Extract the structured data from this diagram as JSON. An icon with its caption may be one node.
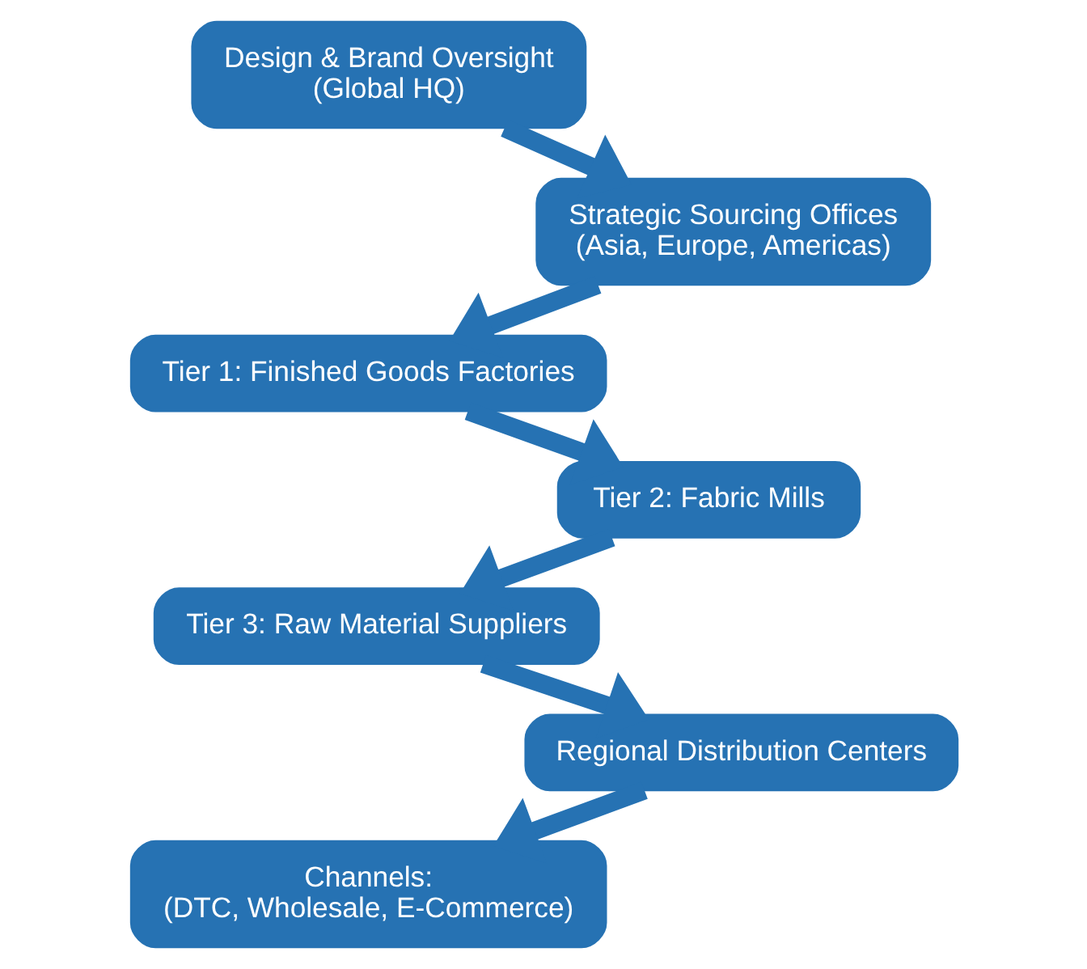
{
  "diagram": {
    "nodes": [
      {
        "text": [
          "Design & Brand Oversight",
          "(Global HQ)"
        ]
      },
      {
        "text": [
          "Strategic Sourcing Offices",
          "(Asia, Europe, Americas)"
        ]
      },
      {
        "text": [
          "Tier 1: Finished Goods Factories"
        ]
      },
      {
        "text": [
          "Tier 2: Fabric Mills"
        ]
      },
      {
        "text": [
          "Tier 3: Raw Material Suppliers"
        ]
      },
      {
        "text": [
          "Regional Distribution Centers"
        ]
      },
      {
        "text": [
          "Channels:",
          "(DTC, Wholesale, E-Commerce)"
        ]
      }
    ],
    "edges": [
      {
        "from": 0,
        "to": 1,
        "arrow": "to"
      },
      {
        "from": 1,
        "to": 2,
        "arrow": "to"
      },
      {
        "from": 2,
        "to": 3,
        "arrow": "to"
      },
      {
        "from": 3,
        "to": 4,
        "arrow": "to"
      },
      {
        "from": 4,
        "to": 5,
        "arrow": "to"
      },
      {
        "from": 5,
        "to": 6,
        "arrow": "to"
      }
    ]
  }
}
